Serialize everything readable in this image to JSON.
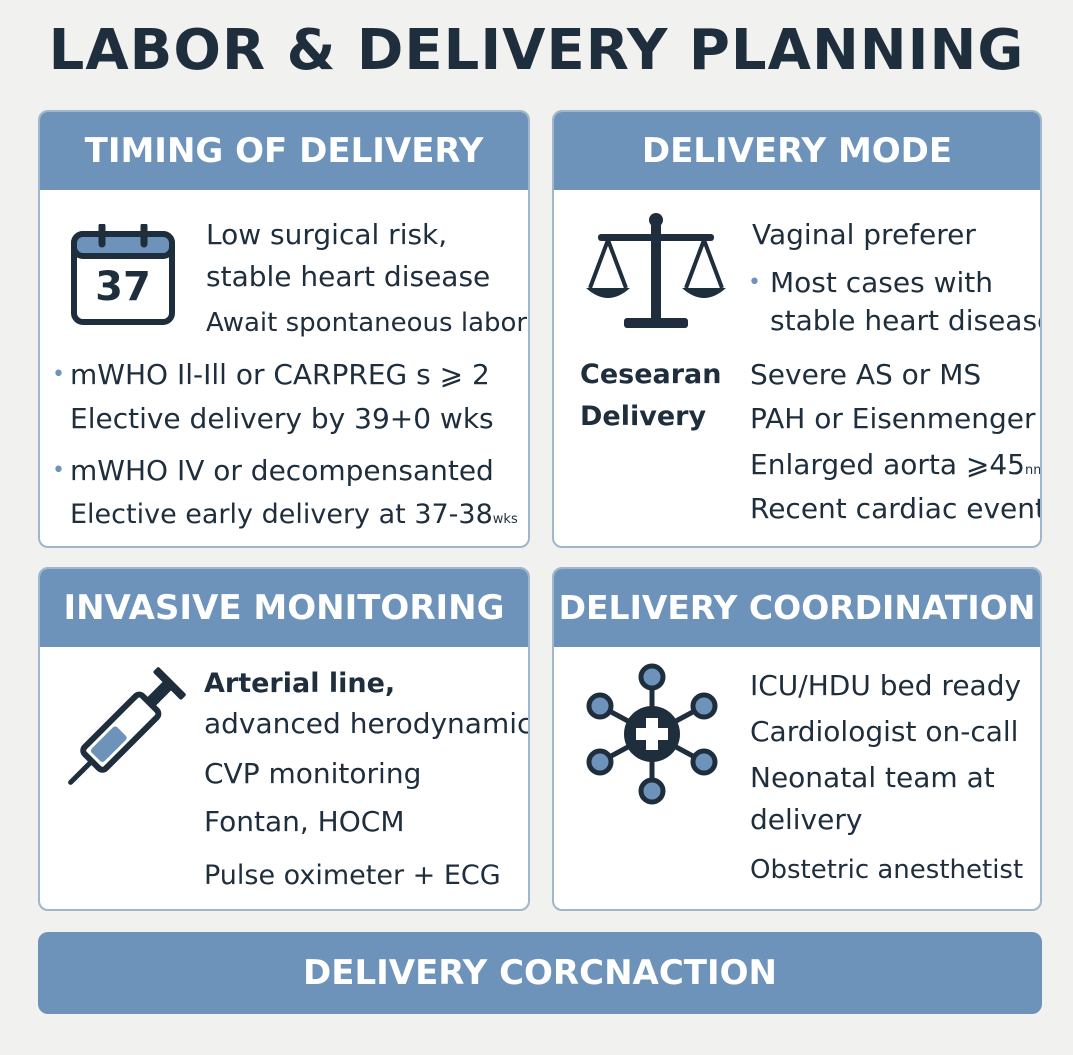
{
  "title": "LABOR & DELIVERY PLANNING",
  "colors": {
    "header": "#6d93ba",
    "dark": "#1f2e3d",
    "border": "#9fb6cc",
    "background": "#f1f1ef"
  },
  "timing": {
    "header": "TIMING OF DELIVERY",
    "calendar_number": "37",
    "line1": "Low surgical risk,",
    "line2": "stable heart disease",
    "line3": "Await spontaneous labor",
    "bullet1_a": "mWHO Il-Ill or CARPREG s ⩾ 2",
    "bullet1_b": "Elective delivery by 39+0 wks",
    "bullet2_a": "mWHO IV or decompensanted",
    "bullet2_b": "Elective early delivery at 37-38",
    "bullet2_unit": "wks"
  },
  "mode": {
    "header": "DELIVERY MODE",
    "vaginal": "Vaginal preferer",
    "bullet_a": "Most cases with",
    "bullet_b": "stable heart disease",
    "cesarean_a": "Cesearan",
    "cesarean_b": "Delivery",
    "c1": "Severe AS or MS",
    "c2": "PAH or Eisenmenger",
    "c3": "Enlarged aorta ⩾45",
    "c3_unit": "nm",
    "c4": "Recent cardiac event"
  },
  "monitoring": {
    "header": "INVASIVE MONITORING",
    "line1": "Arterial line,",
    "line2": "advanced herodynamics",
    "line3": "CVP monitoring",
    "line4": "Fontan, HOCM",
    "line5": "Pulse oximeter + ECG"
  },
  "coordination": {
    "header": "DELIVERY COORDINATION",
    "line1": "ICU/HDU bed ready",
    "line2": "Cardiologist on-call",
    "line3": "Neonatal team at",
    "line4": "delivery",
    "line5": "Obstetric anesthetist"
  },
  "bottom_bar": "DELIVERY CORCNACTION",
  "icons": [
    "calendar-icon",
    "balance-scale-icon",
    "syringe-icon",
    "network-medical-icon"
  ]
}
